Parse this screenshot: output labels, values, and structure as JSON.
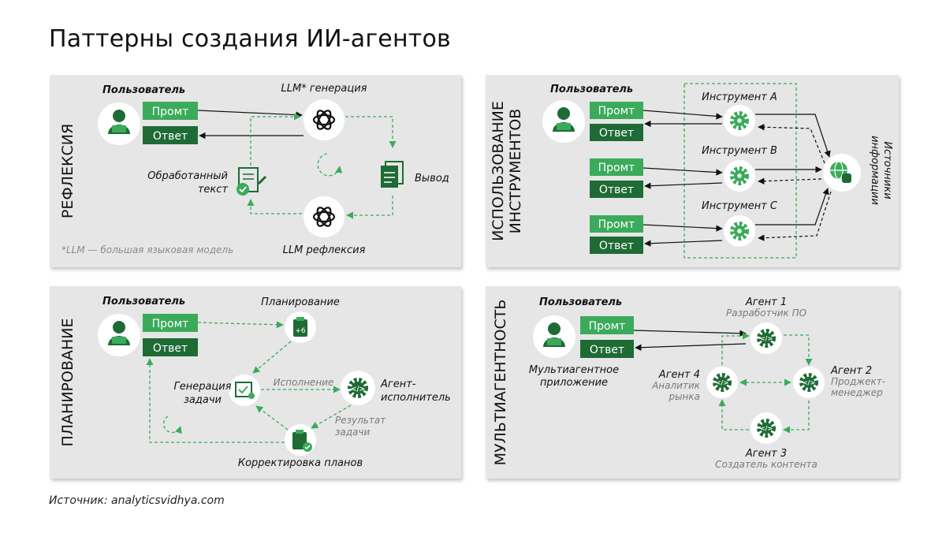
{
  "title": "Паттерны создания ИИ-агентов",
  "source": "Источник: analyticsvidhya.com",
  "colors": {
    "green": "#3bab5b",
    "dark_green": "#1e6b35",
    "panel": "#e6e6e6"
  },
  "reflection": {
    "heading": "РЕФЛЕКСИЯ",
    "user": "Пользователь",
    "prompt": "Промт",
    "answer": "Ответ",
    "llm_gen": "LLM* генерация",
    "processed_1": "Обработанный",
    "processed_2": "текст",
    "output": "Вывод",
    "llm_refl": "LLM рефлексия",
    "footnote": "*LLM — большая языковая модель"
  },
  "tools": {
    "heading_1": "ИСПОЛЬЗОВАНИЕ",
    "heading_2": "ИНСТРУМЕНТОВ",
    "user": "Пользователь",
    "prompt": "Промт",
    "answer": "Ответ",
    "tool_a": "Инструмент A",
    "tool_b": "Инструмент B",
    "tool_c": "Инструмент C",
    "sources_1": "Источники",
    "sources_2": "информации"
  },
  "planning": {
    "heading": "ПЛАНИРОВАНИЕ",
    "user": "Пользователь",
    "prompt": "Промт",
    "answer": "Ответ",
    "plan": "Планирование",
    "taskgen_1": "Генерация",
    "taskgen_2": "задачи",
    "execution": "Исполнение",
    "agent_1": "Агент-",
    "agent_2": "исполнитель",
    "result_1": "Результат",
    "result_2": "задачи",
    "correction": "Корректировка планов"
  },
  "multi": {
    "heading": "МУЛЬТИАГЕНТНОСТЬ",
    "user": "Пользователь",
    "prompt": "Промт",
    "answer": "Ответ",
    "app_1": "Мультиагентное",
    "app_2": "приложение",
    "a1_name": "Агент 1",
    "a1_role": "Разработчик ПО",
    "a2_name": "Агент 2",
    "a2_role_1": "Проджект-",
    "a2_role_2": "менеджер",
    "a3_name": "Агент 3",
    "a3_role": "Создатель контента",
    "a4_name": "Агент 4",
    "a4_role_1": "Аналитик",
    "a4_role_2": "рынка"
  }
}
